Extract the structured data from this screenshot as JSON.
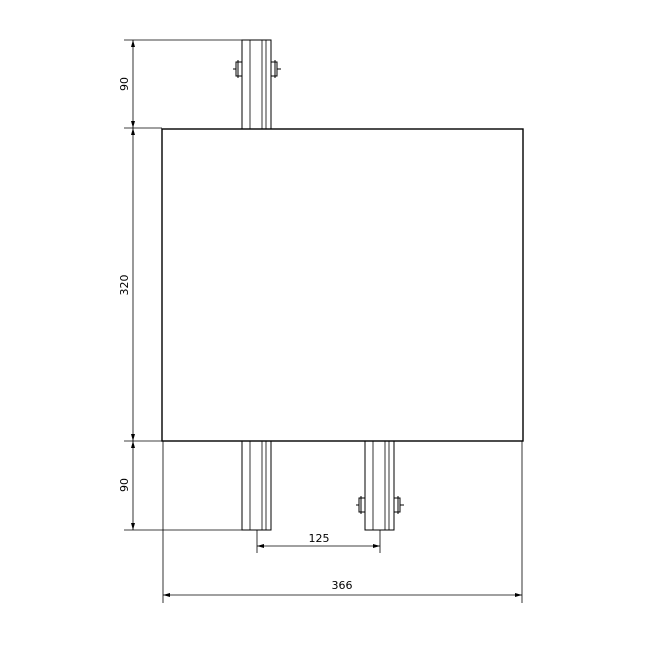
{
  "dimensions": {
    "top_height": "90",
    "body_height": "320",
    "bottom_height": "90",
    "port_spacing": "125",
    "overall_width": "366"
  }
}
